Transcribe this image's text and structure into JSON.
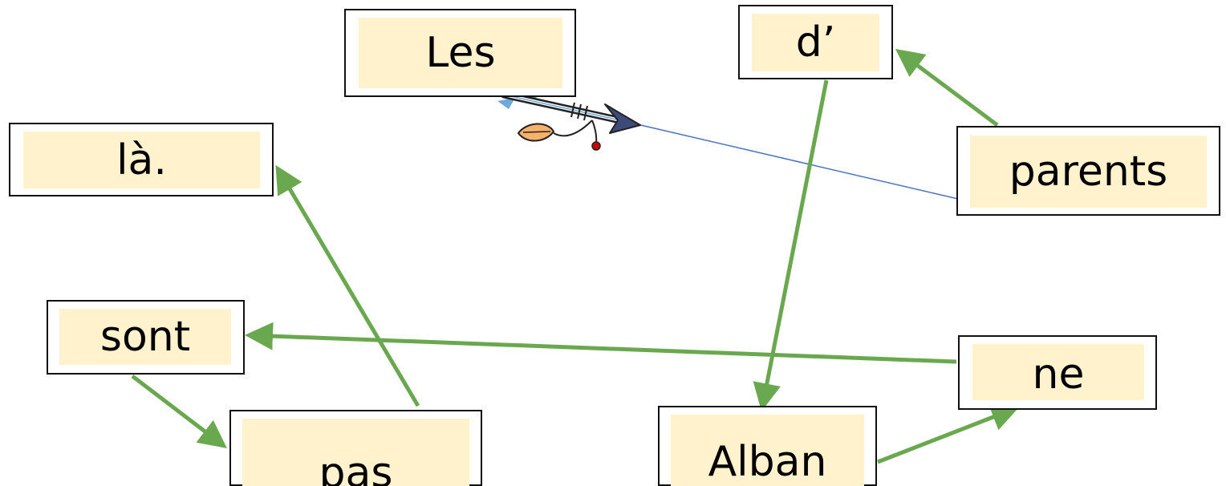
{
  "words": {
    "les": "Les",
    "d": "d’",
    "la": "là.",
    "parents": "parents",
    "sont": "sont",
    "ne": "ne",
    "pas": "pas",
    "alban": "Alban"
  },
  "colors": {
    "connector": "#6aa84f",
    "start_line": "#4a72c4",
    "box_fill": "#fff2cc",
    "box_border": "#111111"
  },
  "icons": {
    "start": "arrow-icon"
  },
  "connections": [
    {
      "from": "les",
      "to": "parents",
      "style": "plain-line"
    },
    {
      "from": "parents",
      "to": "d",
      "style": "arrow"
    },
    {
      "from": "d",
      "to": "alban",
      "style": "arrow"
    },
    {
      "from": "alban",
      "to": "ne",
      "style": "arrow"
    },
    {
      "from": "ne",
      "to": "sont",
      "style": "arrow"
    },
    {
      "from": "sont",
      "to": "pas",
      "style": "arrow"
    },
    {
      "from": "pas",
      "to": "la",
      "style": "arrow"
    }
  ]
}
